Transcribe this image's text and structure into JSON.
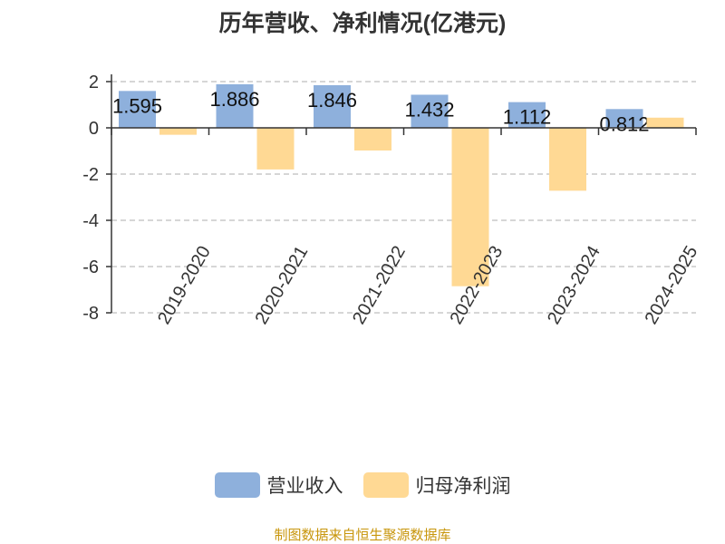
{
  "chart_data": {
    "type": "bar",
    "title": "历年营收、净利情况(亿港元)",
    "categories": [
      "2019-2020",
      "2020-2021",
      "2021-2022",
      "2022-2023",
      "2023-2024",
      "2024-2025"
    ],
    "series": [
      {
        "name": "营业收入",
        "color": "#8eb0dc",
        "values": [
          1.595,
          1.886,
          1.846,
          1.432,
          1.112,
          0.812
        ],
        "labels": [
          "1.595",
          "1.886",
          "1.846",
          "1.432",
          "1.112",
          "0.812"
        ]
      },
      {
        "name": "归母净利润",
        "color": "#ffd994",
        "values": [
          -0.3,
          -1.8,
          -0.98,
          -6.85,
          -2.72,
          0.44
        ]
      }
    ],
    "ylim": [
      -8,
      2
    ],
    "yticks": [
      2,
      0,
      -2,
      -4,
      -6,
      -8
    ],
    "ytick_labels": [
      "2",
      "0",
      "-2",
      "-4",
      "-6",
      "-8"
    ],
    "grid": true,
    "legend_position": "bottom"
  },
  "source": "制图数据来自恒生聚源数据库"
}
